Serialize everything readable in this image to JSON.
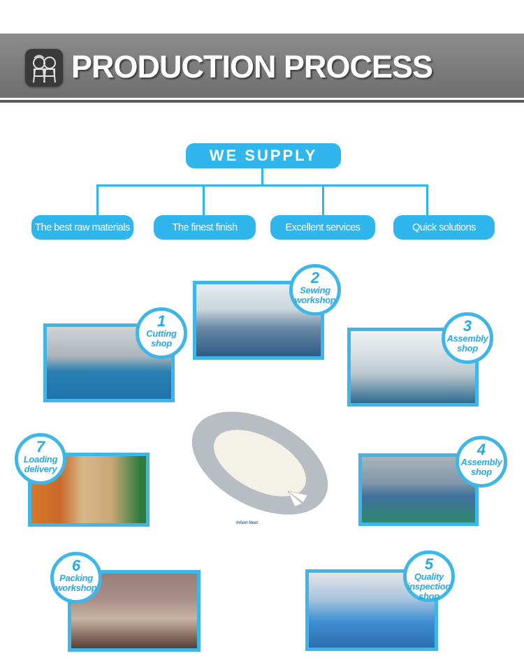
{
  "header": {
    "title": "PRODUCTION PROCESS",
    "logo_icon": "kids-logo-icon"
  },
  "supply": {
    "title": "WE SUPPLY",
    "items": [
      {
        "label": "The best raw materials"
      },
      {
        "label": "The finest finish"
      },
      {
        "label": "Excellent services"
      },
      {
        "label": "Quick solutions"
      }
    ]
  },
  "steps": [
    {
      "num": "1",
      "label": "Cutting shop"
    },
    {
      "num": "2",
      "label": "Sewing workshop"
    },
    {
      "num": "3",
      "label": "Assembly shop"
    },
    {
      "num": "4",
      "label": "Assembly shop"
    },
    {
      "num": "5",
      "label": "Quality inspection shop"
    },
    {
      "num": "6",
      "label": "Packing workshop"
    },
    {
      "num": "7",
      "label": "Loading delivery"
    }
  ],
  "product": {
    "caption": "Infant Nest"
  },
  "colors": {
    "accent": "#2fb6ec",
    "banner": "#7a7a7a"
  }
}
